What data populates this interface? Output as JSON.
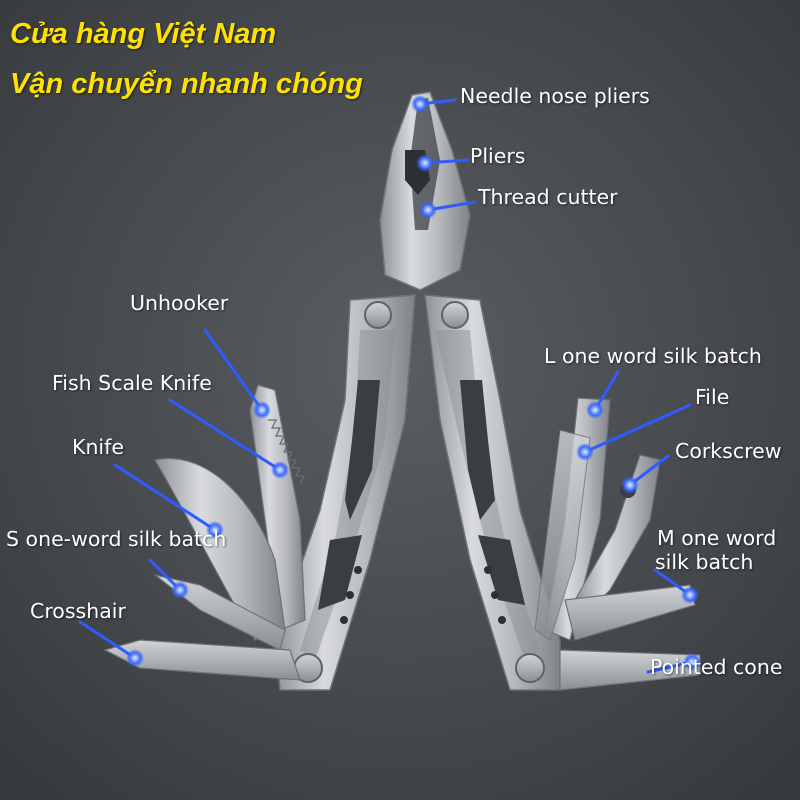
{
  "shop": {
    "line1": "Cửa hàng Việt Nam",
    "line2": "Vận chuyển nhanh chóng",
    "text_color": "#ffe100"
  },
  "labels": {
    "needle_nose_pliers": "Needle nose pliers",
    "pliers": "Pliers",
    "thread_cutter": "Thread cutter",
    "unhooker": "Unhooker",
    "fish_scale_knife": "Fish Scale Knife",
    "knife": "Knife",
    "s_one_word_silk_batch": "S one-word silk batch",
    "crosshair": "Crosshair",
    "l_one_word_silk_batch": "L one word silk batch",
    "file": "File",
    "corkscrew": "Corkscrew",
    "m_one_word_line1": "M one word",
    "m_one_word_line2": "silk batch",
    "pointed_cone": "Pointed cone"
  },
  "colors": {
    "background": "#4a4d51",
    "steel": "#c2c5c9",
    "leader": "#2f5bff",
    "label_text": "#ffffff"
  }
}
